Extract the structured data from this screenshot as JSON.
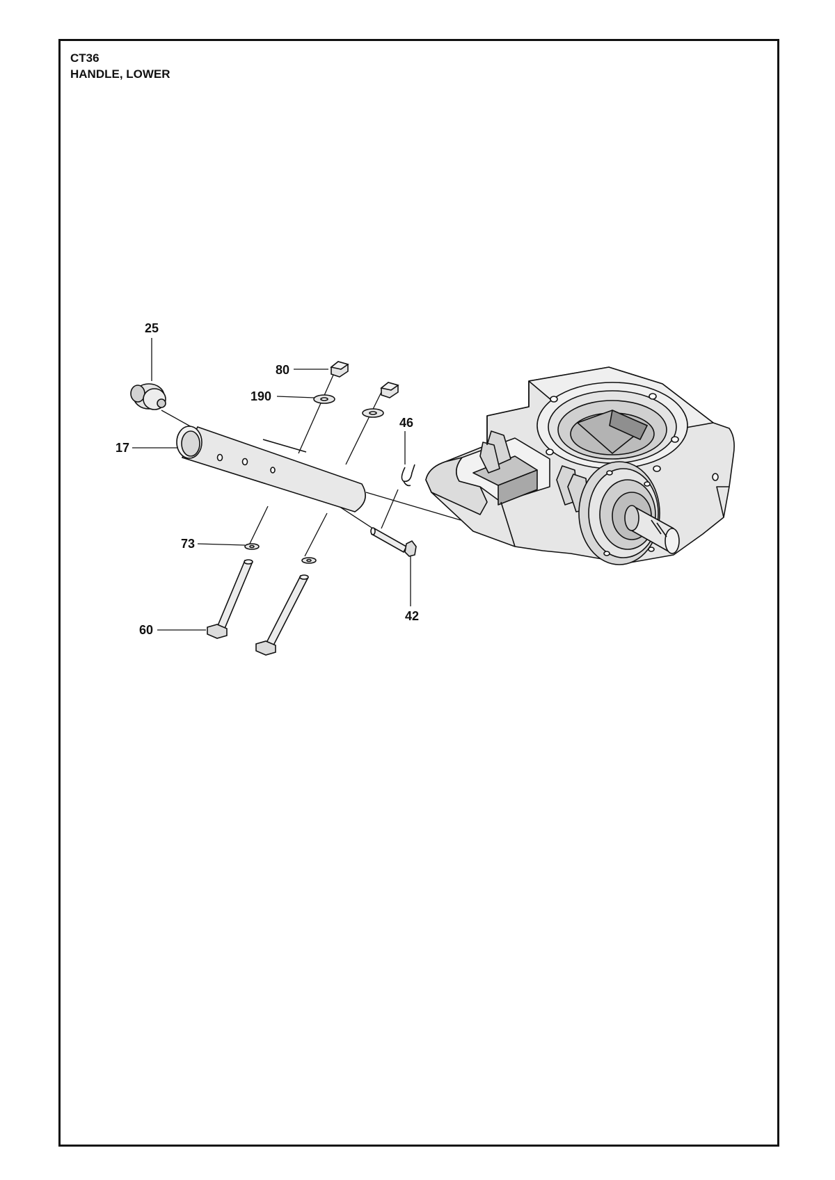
{
  "header": {
    "model": "CT36",
    "section": "HANDLE, LOWER"
  },
  "callouts": [
    {
      "id": "25",
      "label": "25"
    },
    {
      "id": "80",
      "label": "80"
    },
    {
      "id": "190",
      "label": "190"
    },
    {
      "id": "46",
      "label": "46"
    },
    {
      "id": "17",
      "label": "17"
    },
    {
      "id": "73",
      "label": "73"
    },
    {
      "id": "42",
      "label": "42"
    },
    {
      "id": "60",
      "label": "60"
    }
  ],
  "colors": {
    "ink": "#111111",
    "part_fill": "#e6e6e6",
    "part_shade": "#cfcfcf",
    "part_dark": "#9a9a9a"
  }
}
